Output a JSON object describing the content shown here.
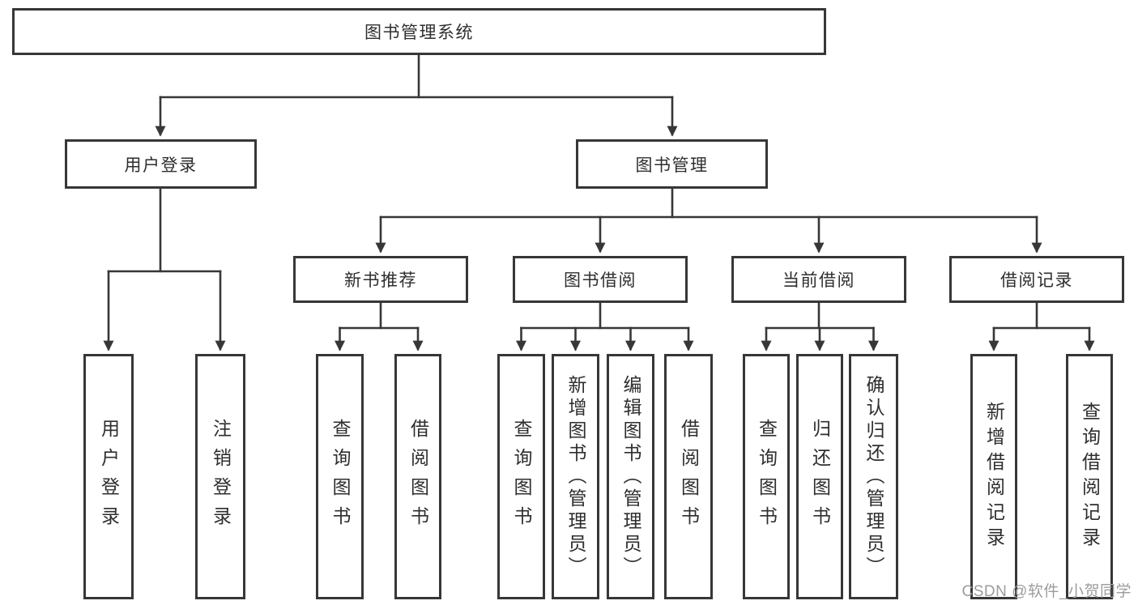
{
  "diagram_type": "hierarchy-tree",
  "tree": {
    "label": "图书管理系统",
    "children": [
      {
        "label": "用户登录",
        "children": [
          {
            "label": "用户登录"
          },
          {
            "label": "注销登录"
          }
        ]
      },
      {
        "label": "图书管理",
        "children": [
          {
            "label": "新书推荐",
            "children": [
              {
                "label": "查询图书"
              },
              {
                "label": "借阅图书"
              }
            ]
          },
          {
            "label": "图书借阅",
            "children": [
              {
                "label": "查询图书"
              },
              {
                "label": "新增图书（管理员）"
              },
              {
                "label": "编辑图书（管理员）"
              },
              {
                "label": "借阅图书"
              }
            ]
          },
          {
            "label": "当前借阅",
            "children": [
              {
                "label": "查询图书"
              },
              {
                "label": "归还图书"
              },
              {
                "label": "确认归还（管理员）"
              }
            ]
          },
          {
            "label": "借阅记录",
            "children": [
              {
                "label": "新增借阅记录"
              },
              {
                "label": "查询借阅记录"
              }
            ]
          }
        ]
      }
    ]
  },
  "watermark": "CSDN @软件_小贺同学",
  "colors": {
    "line": "#373737",
    "box_border": "#373737",
    "text": "#2e2e2e",
    "watermark": "#9c9c9c",
    "background": "#ffffff"
  }
}
